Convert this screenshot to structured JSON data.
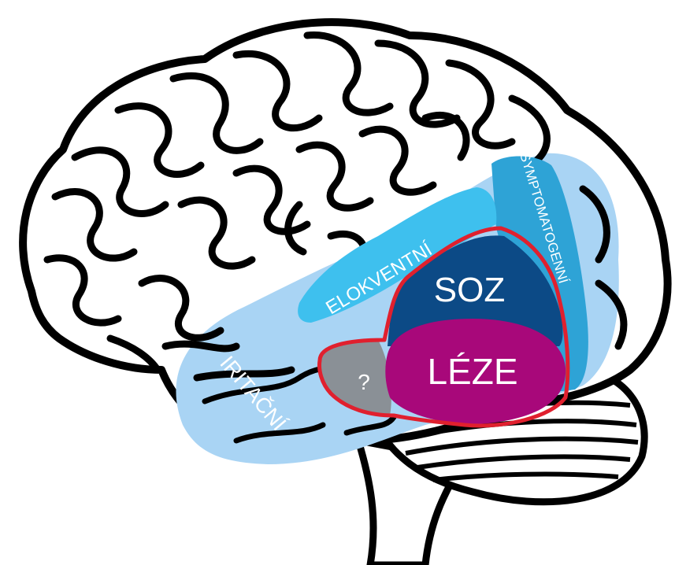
{
  "zones": {
    "iritacni": {
      "label": "IRITAČNÍ",
      "color": "#a9d4f4"
    },
    "elokventni": {
      "label": "ELOKVENTNÍ",
      "color": "#3ec0ee"
    },
    "symptomatogenni": {
      "label": "SYMPTOMATOGENNÍ",
      "color": "#2ea3d6"
    },
    "soz": {
      "label": "SOZ",
      "color": "#0c4a86"
    },
    "leze": {
      "label": "LÉZE",
      "color": "#a8087a"
    },
    "unknown": {
      "label": "?",
      "color": "#8a9096"
    },
    "epileptogenic_outline": {
      "color": "#e0202e"
    }
  },
  "brain": {
    "outline_color": "#000000",
    "fill_color": "#ffffff"
  }
}
